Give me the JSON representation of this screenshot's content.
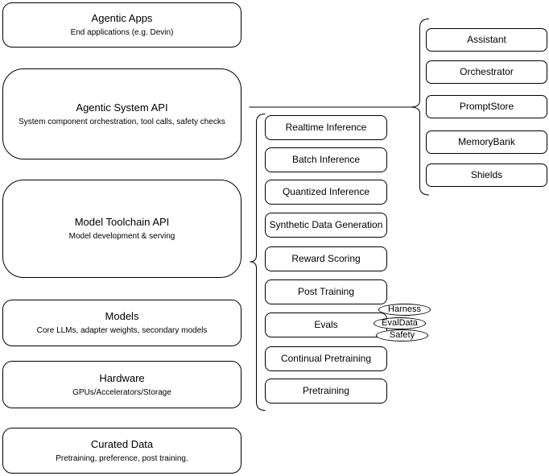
{
  "diagram": {
    "title": "Agentic stack architecture diagram",
    "colors": {
      "stroke": "#000000",
      "fill": "#ffffff",
      "background": "#ffffff",
      "text": "#000000"
    },
    "stack_layers": [
      {
        "title": "Agentic Apps",
        "subtitle": "End applications (e.g. Devin)"
      },
      {
        "title": "Agentic System API",
        "subtitle": "System component orchestration, tool calls, safety checks"
      },
      {
        "title": "Model Toolchain API",
        "subtitle": "Model development & serving"
      },
      {
        "title": "Models",
        "subtitle": "Core LLMs, adapter weights, secondary models"
      },
      {
        "title": "Hardware",
        "subtitle": "GPUs/Accelerators/Storage"
      },
      {
        "title": "Curated Data",
        "subtitle": "Pretraining, preference, post training."
      }
    ],
    "toolchain_items": [
      "Realtime Inference",
      "Batch Inference",
      "Quantized Inference",
      "Synthetic Data Generation",
      "Reward Scoring",
      "Post Training",
      "Evals",
      "Continual Pretraining",
      "Pretraining"
    ],
    "eval_tags": [
      "Harness",
      "EvalData",
      "Safety"
    ],
    "system_components": [
      "Assistant",
      "Orchestrator",
      "PromptStore",
      "MemoryBank",
      "Shields"
    ]
  }
}
